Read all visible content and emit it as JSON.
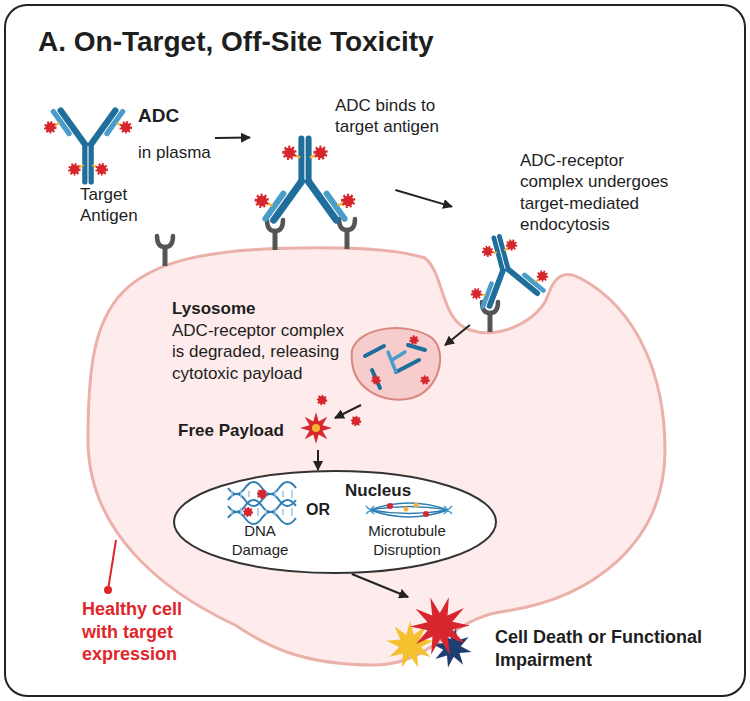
{
  "diagram": {
    "title": "A. On-Target, Off-Site Toxicity",
    "nodes": [
      {
        "text": [
          "ADC",
          "in plasma"
        ]
      },
      {
        "text": [
          "ADC binds to target antigen"
        ]
      },
      {
        "text": [
          "ADC-receptor complex undergoes target-mediated endocytosis"
        ]
      },
      {
        "text": [
          "Healthy cell with target expression"
        ]
      },
      {
        "text": [
          "Lysosome",
          "ADC-receptor complex is degraded, releasing cytotoxic payload"
        ],
        "in": 3
      },
      {
        "text": [
          "Free Payload"
        ],
        "in": 3
      },
      {
        "text": [
          "Nucleus",
          "DNA Damage",
          "OR",
          "Microtubule Disruption"
        ],
        "in": 3
      },
      {
        "text": [
          "Cell Death or Functional Impairment"
        ]
      }
    ],
    "edges": [
      {
        "from": 0,
        "to": 1,
        "arrow": "to"
      },
      {
        "from": 1,
        "to": 2,
        "arrow": "to"
      },
      {
        "from": 2,
        "to": 4,
        "arrow": "to"
      },
      {
        "from": 4,
        "to": 5,
        "arrow": "to"
      },
      {
        "from": 5,
        "to": 6,
        "arrow": "to"
      },
      {
        "from": 6,
        "to": 7,
        "arrow": "to"
      }
    ],
    "labels": [
      "Target Antigen"
    ]
  }
}
